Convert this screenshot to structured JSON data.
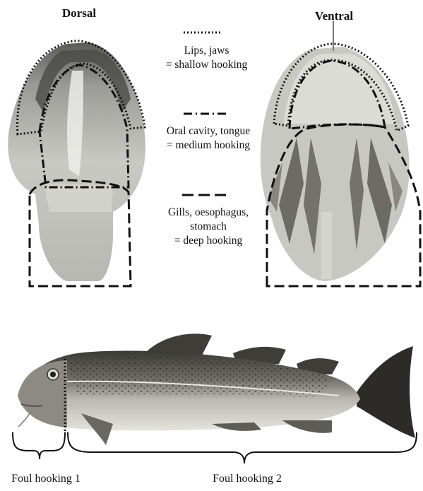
{
  "headers": {
    "dorsal": "Dorsal",
    "ventral": "Ventral"
  },
  "legend": [
    {
      "line_style": "dotted",
      "line1": "Lips, jaws",
      "line2": "= shallow hooking"
    },
    {
      "line_style": "dash-dot",
      "line1": "Oral cavity, tongue",
      "line2": "= medium hooking"
    },
    {
      "line_style": "dashed",
      "line1": "Gills, oesophagus,",
      "line2": "stomach",
      "line3": "= deep hooking"
    }
  ],
  "regions": {
    "foul_hooking_1": "Foul hooking 1",
    "foul_hooking_2": "Foul hooking 2"
  }
}
